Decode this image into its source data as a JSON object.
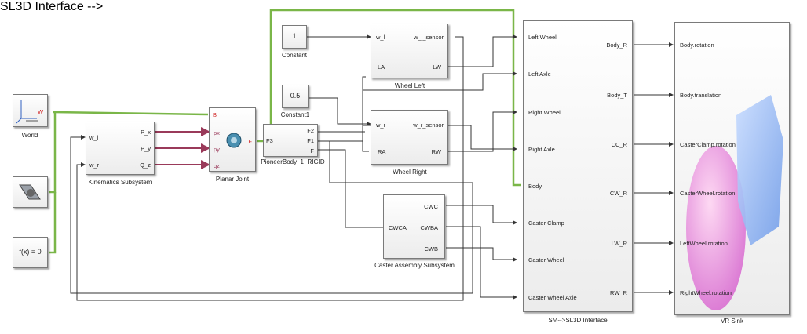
{
  "blocks": {
    "world": {
      "caption": "World",
      "port": "W"
    },
    "fx": {
      "label": "f(x) = 0"
    },
    "kinematics": {
      "caption": "Kinematics Subsystem",
      "in": [
        "w_l",
        "w_r"
      ],
      "out": [
        "P_x",
        "P_y",
        "Q_z"
      ]
    },
    "planar": {
      "caption": "Planar Joint",
      "in": [
        "B",
        "px",
        "py",
        "qz"
      ],
      "out": "F"
    },
    "constant": {
      "value": "1",
      "caption": "Constant"
    },
    "constant1": {
      "value": "0.5",
      "caption": "Constant1"
    },
    "pioneer": {
      "caption": "PioneerBody_1_RIGID",
      "in": "F3",
      "out": [
        "F2",
        "F1",
        "F"
      ]
    },
    "wheel_left": {
      "caption": "Wheel Left",
      "ports": [
        "w_l",
        "w_l_sensor",
        "LA",
        "LW"
      ]
    },
    "wheel_right": {
      "caption": "Wheel Right",
      "ports": [
        "w_r",
        "w_r_sensor",
        "RA",
        "RW"
      ]
    },
    "caster": {
      "caption": "Caster Assembly Subsystem",
      "in": "CWCA",
      "out": [
        "CWC",
        "CWBA",
        "CWB"
      ]
    },
    "interface": {
      "caption": "SM-->SL3D Interface",
      "in": [
        "Left Wheel",
        "Left Axle",
        "Right Wheel",
        "Right Axle",
        "Body",
        "Caster Clamp",
        "Caster Wheel",
        "Caster Wheel Axle"
      ],
      "out": [
        "Body_R",
        "Body_T",
        "CC_R",
        "CW_R",
        "LW_R",
        "RW_R"
      ]
    },
    "vrsink": {
      "caption": "VR Sink",
      "in": [
        "Body.rotation",
        "Body.translation",
        "CasterClamp.rotation",
        "CasterWheel.rotation",
        "LeftWheel.rotation",
        "RightWheel.rotation"
      ]
    }
  }
}
